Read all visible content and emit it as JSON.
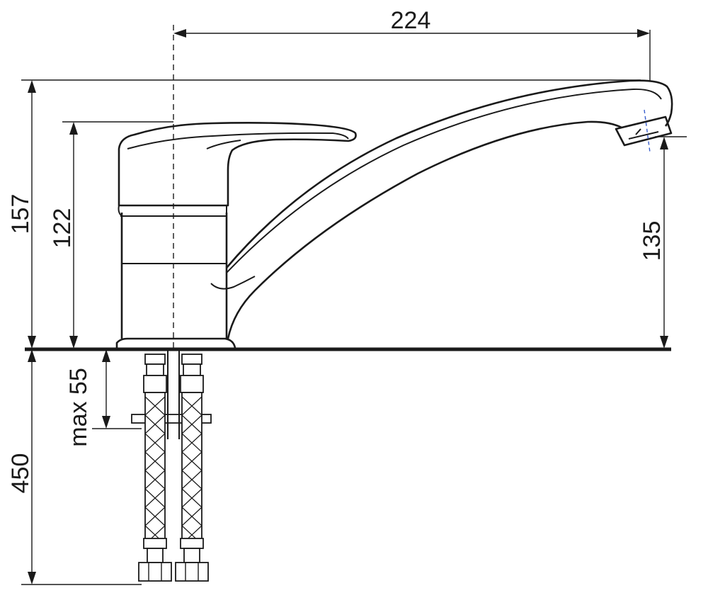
{
  "dimensions": {
    "spout_reach": "224",
    "total_height": "157",
    "handle_height": "122",
    "spout_outlet_height": "135",
    "max_counter_thickness": "max 55",
    "hose_length": "450"
  },
  "colors": {
    "line": "#1a1a1a",
    "axis_marker": "#3a5fcd",
    "background": "#ffffff"
  }
}
